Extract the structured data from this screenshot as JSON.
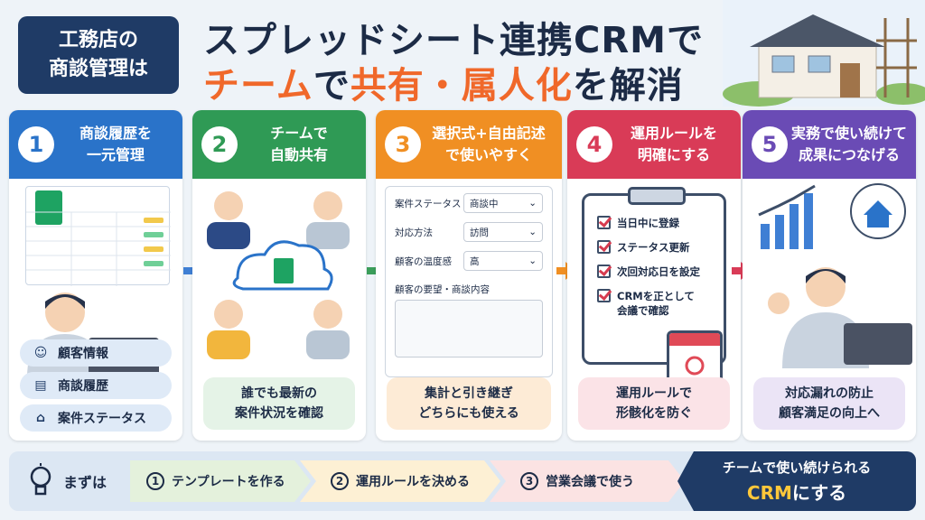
{
  "header": {
    "tag_line1": "工務店の",
    "tag_line2": "商談管理は",
    "title_line1": "スプレッドシート連携CRMで",
    "title_line2_a": "チーム",
    "title_line2_b": "で",
    "title_line2_c": "共有・属人化",
    "title_line2_d": "を解消"
  },
  "steps": [
    {
      "num": "1",
      "title_1": "商談履歴を",
      "title_2": "一元管理",
      "color": "#2a73c9",
      "items": [
        "顧客情報",
        "商談履歴",
        "案件ステータス"
      ],
      "icons": [
        "person-icon",
        "document-icon",
        "home-icon"
      ]
    },
    {
      "num": "2",
      "title_1": "チームで",
      "title_2": "自動共有",
      "color": "#2f9a55",
      "caption_1": "誰でも最新の",
      "caption_2": "案件状況を確認"
    },
    {
      "num": "3",
      "title_1": "選択式+自由記述",
      "title_2": "で使いやすく",
      "color": "#f08f23",
      "form": {
        "rows": [
          {
            "label": "案件ステータス",
            "value": "商談中"
          },
          {
            "label": "対応方法",
            "value": "訪問"
          },
          {
            "label": "顧客の温度感",
            "value": "高"
          }
        ],
        "text_label": "顧客の要望・商談内容"
      },
      "caption_1": "集計と引き継ぎ",
      "caption_2": "どちらにも使える"
    },
    {
      "num": "4",
      "title_1": "運用ルールを",
      "title_2": "明確にする",
      "color": "#d93b57",
      "checks": [
        "当日中に登録",
        "ステータス更新",
        "次回対応日を設定",
        "CRMを正として",
        "会議で確認"
      ],
      "caption_1": "運用ルールで",
      "caption_2": "形骸化を防ぐ"
    },
    {
      "num": "5",
      "title_1": "実務で使い続けて",
      "title_2": "成果につなげる",
      "color": "#6a4bb5",
      "caption_1": "対応漏れの防止",
      "caption_2": "顧客満足の向上へ"
    }
  ],
  "bottom": {
    "label": "まずは",
    "steps": [
      {
        "num": "1",
        "text": "テンプレートを作る"
      },
      {
        "num": "2",
        "text": "運用ルールを決める"
      },
      {
        "num": "3",
        "text": "営業会議で使う"
      }
    ],
    "final_1": "チームで使い続けられる",
    "final_2a": "CRM",
    "final_2b": "にする"
  }
}
